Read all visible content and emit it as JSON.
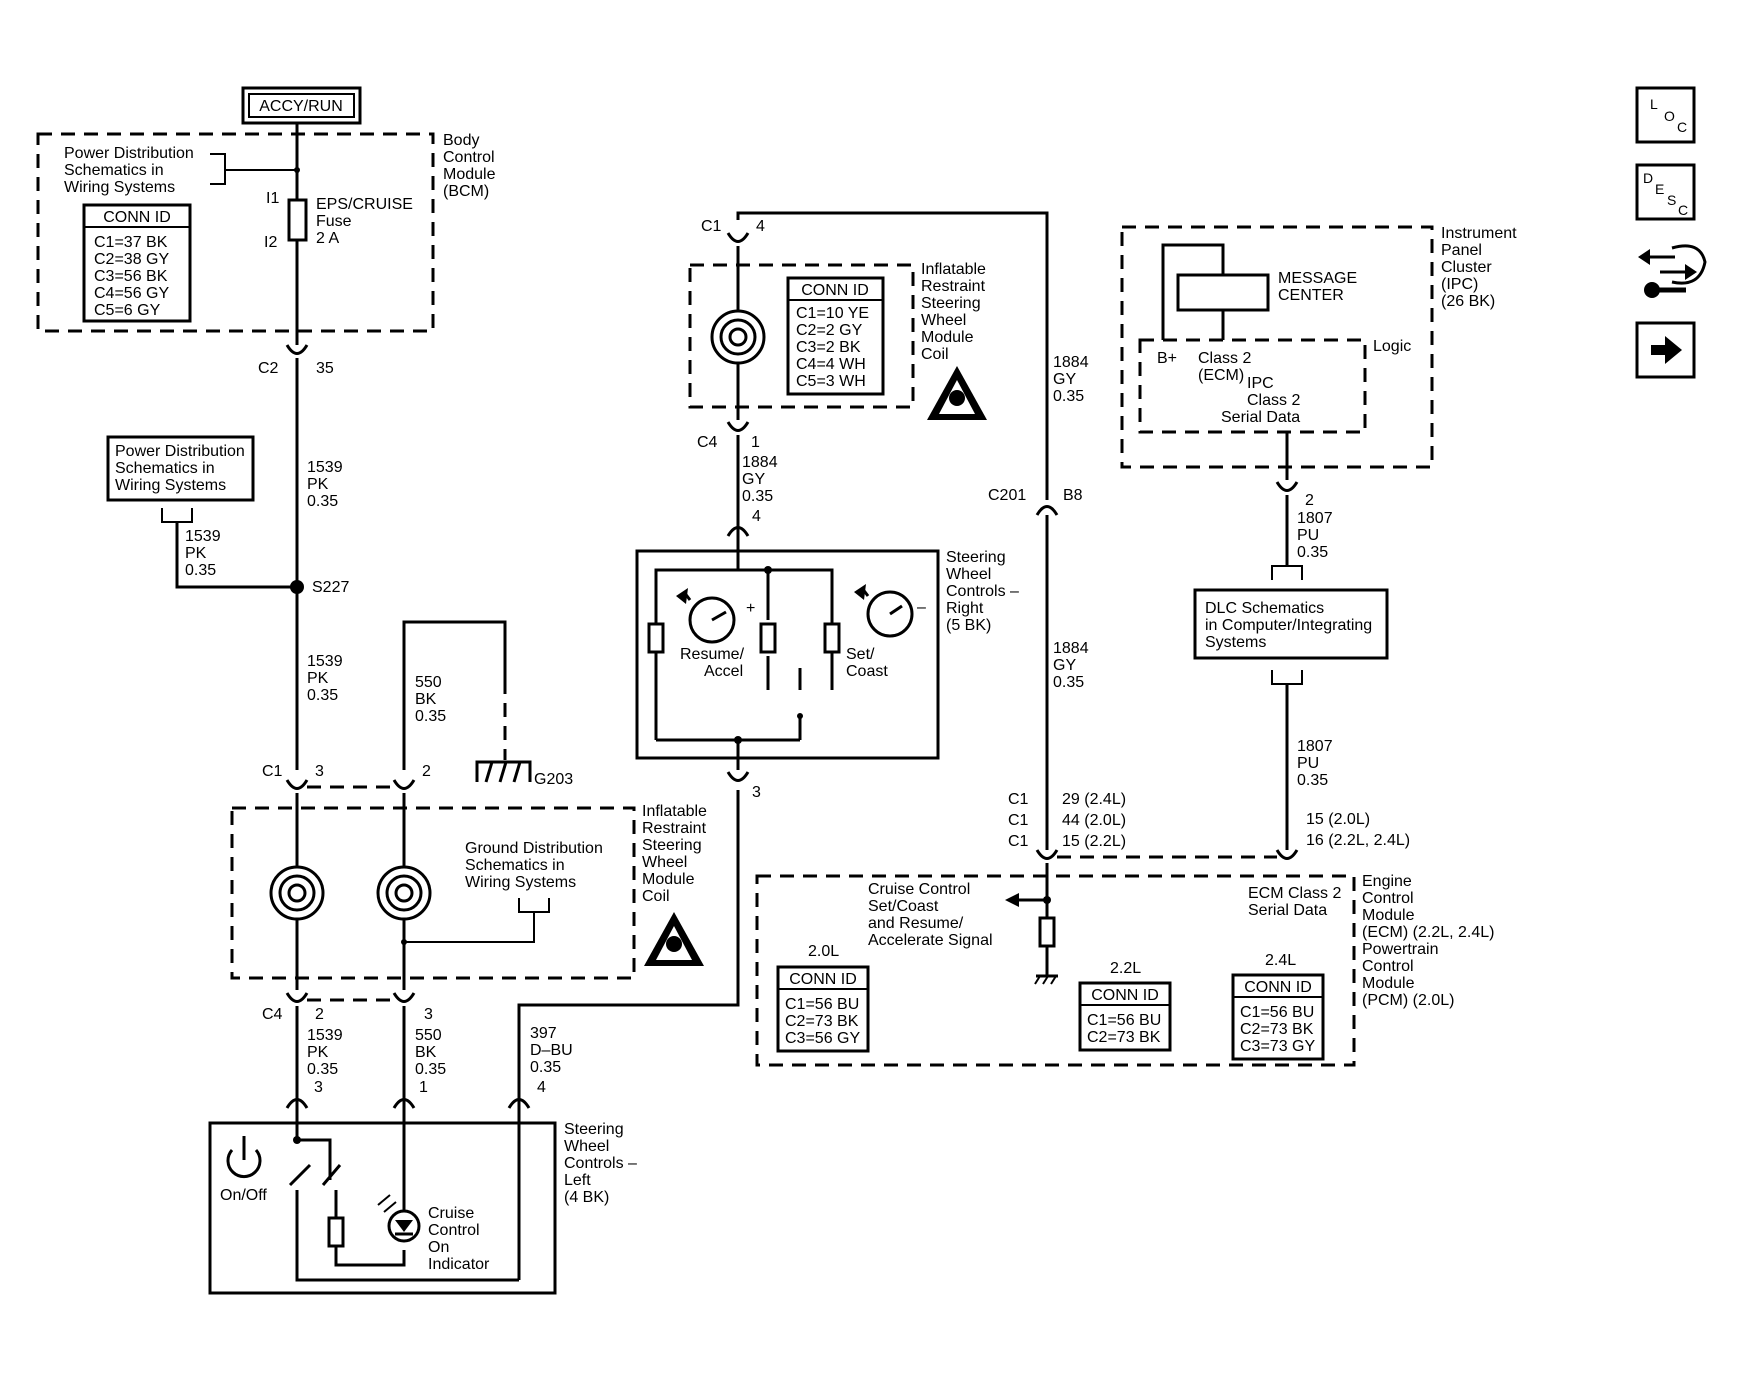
{
  "top_label": "ACCY/RUN",
  "bcm": {
    "title": [
      "Body",
      "Control",
      "Module",
      "(BCM)"
    ],
    "power_dist": [
      "Power Distribution",
      "Schematics in",
      "Wiring Systems"
    ],
    "conn_header": "CONN ID",
    "conn": [
      "C1=37 BK",
      "C2=38 GY",
      "C3=56 BK",
      "C4=56 GY",
      "C5=6 GY"
    ],
    "fuse": [
      "EPS/CRUISE",
      "Fuse",
      "2 A"
    ],
    "fuse_i1": "I1",
    "fuse_i2": "I2"
  },
  "c2": {
    "name": "C2",
    "pin": "35"
  },
  "wire_1539_a": [
    "1539",
    "PK",
    "0.35"
  ],
  "pd_box": [
    "Power Distribution",
    "Schematics in",
    "Wiring Systems"
  ],
  "wire_1539_b": [
    "1539",
    "PK",
    "0.35"
  ],
  "splice": "S227",
  "wire_1539_c": [
    "1539",
    "PK",
    "0.35"
  ],
  "wire_550_a": [
    "550",
    "BK",
    "0.35"
  ],
  "ground": "G203",
  "c1_left": {
    "name": "C1",
    "pin3": "3",
    "pin2": "2"
  },
  "irswm_coil_left": {
    "title": [
      "Inflatable",
      "Restraint",
      "Steering",
      "Wheel",
      "Module",
      "Coil"
    ],
    "ground_dist": [
      "Ground Distribution",
      "Schematics in",
      "Wiring Systems"
    ]
  },
  "c4_left": {
    "name": "C4",
    "pin2": "2",
    "pin3": "3"
  },
  "wire_1539_d": [
    "1539",
    "PK",
    "0.35"
  ],
  "wire_550_b": [
    "550",
    "BK",
    "0.35"
  ],
  "wire_397": [
    "397",
    "D–BU",
    "0.35"
  ],
  "swc_left_pins": {
    "p3": "3",
    "p1": "1",
    "p4": "4"
  },
  "swc_left": {
    "title": [
      "Steering",
      "Wheel",
      "Controls –",
      "Left",
      "(4 BK)"
    ],
    "onoff": "On/Off",
    "indicator": [
      "Cruise",
      "Control",
      "On",
      "Indicator"
    ]
  },
  "c1_top": {
    "name": "C1",
    "pin": "4"
  },
  "irswm_coil_right": {
    "title": [
      "Inflatable",
      "Restraint",
      "Steering",
      "Wheel",
      "Module",
      "Coil"
    ],
    "conn_header": "CONN ID",
    "conn": [
      "C1=10 YE",
      "C2=2 GY",
      "C3=2 BK",
      "C4=4 WH",
      "C5=3 WH"
    ]
  },
  "c4_mid": {
    "name": "C4",
    "pin": "1"
  },
  "wire_1884_a": [
    "1884",
    "GY",
    "0.35"
  ],
  "swc_right_pin_top": "4",
  "swc_right": {
    "title": [
      "Steering",
      "Wheel",
      "Controls –",
      "Right",
      "(5 BK)"
    ],
    "resume": [
      "Resume/",
      "Accel"
    ],
    "set": [
      "Set/",
      "Coast"
    ],
    "plus": "+",
    "minus": "–"
  },
  "swc_right_pin_bottom": "3",
  "wire_1884_b": [
    "1884",
    "GY",
    "0.35"
  ],
  "c201": {
    "name": "C201",
    "pin": "B8"
  },
  "wire_1884_c": [
    "1884",
    "GY",
    "0.35"
  ],
  "ecm_pins_left": {
    "names": [
      "C1",
      "C1",
      "C1"
    ],
    "values": [
      "29 (2.4L)",
      "44 (2.0L)",
      "15 (2.2L)"
    ]
  },
  "ecm_pins_right": {
    "values": [
      "15 (2.0L)",
      "16 (2.2L, 2.4L)"
    ]
  },
  "ecm": {
    "title": [
      "Engine",
      "Control",
      "Module",
      "(ECM) (2.2L, 2.4L)",
      "Powertrain",
      "Control",
      "Module",
      "(PCM) (2.0L)"
    ],
    "cruise_signal": [
      "Cruise Control",
      "Set/Coast",
      "and Resume/",
      "Accelerate Signal"
    ],
    "serial": [
      "ECM Class 2",
      "Serial Data"
    ],
    "conn_header": "CONN ID",
    "conn_20": {
      "label": "2.0L",
      "items": [
        "C1=56 BU",
        "C2=73 BK",
        "C3=56 GY"
      ]
    },
    "conn_22": {
      "label": "2.2L",
      "items": [
        "C1=56 BU",
        "C2=73 BK"
      ]
    },
    "conn_24": {
      "label": "2.4L",
      "items": [
        "C1=56 BU",
        "C2=73 BK",
        "C3=73 GY"
      ]
    }
  },
  "ipc": {
    "title": [
      "Instrument",
      "Panel",
      "Cluster",
      "(IPC)",
      "(26 BK)"
    ],
    "message_center": [
      "MESSAGE",
      "CENTER"
    ],
    "logic": "Logic",
    "bplus": "B+",
    "class2": [
      "Class 2",
      "(ECM)"
    ],
    "ipc_serial": [
      "IPC",
      "Class 2",
      "Serial Data"
    ]
  },
  "ipc_pin": "2",
  "wire_1807_a": [
    "1807",
    "PU",
    "0.35"
  ],
  "dlc": [
    "DLC Schematics",
    "in Computer/Integrating",
    "Systems"
  ],
  "wire_1807_b": [
    "1807",
    "PU",
    "0.35"
  ],
  "nav": {
    "loc": [
      "L",
      "O",
      "C"
    ],
    "desc": [
      "D",
      "E",
      "S",
      "C"
    ]
  }
}
